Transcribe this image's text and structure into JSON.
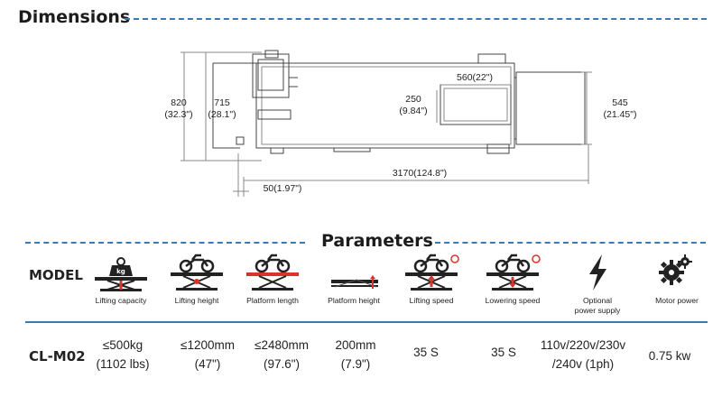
{
  "dimensions": {
    "title": "Dimensions",
    "labels": {
      "h820": "820",
      "h820_in": "(32.3\")",
      "h715": "715",
      "h715_in": "(28.1\")",
      "w560": "560(22\")",
      "h250": "250",
      "h250_in": "(9.84\")",
      "h545": "545",
      "h545_in": "(21.45\")",
      "w3170": "3170(124.8\")",
      "w50": "50(1.97\")"
    }
  },
  "parameters": {
    "title": "Parameters",
    "model_header": "MODEL",
    "columns": [
      {
        "label": "Lifting capacity",
        "icon": "weight-lift-icon",
        "value_line1": "≤500kg",
        "value_line2": "(1102 lbs)"
      },
      {
        "label": "Lifting height",
        "icon": "motorcycle-lift-height-icon",
        "value_line1": "≤1200mm",
        "value_line2": "(47\")"
      },
      {
        "label": "Platform length",
        "icon": "motorcycle-platform-length-icon",
        "value_line1": "≤2480mm",
        "value_line2": "(97.6\")"
      },
      {
        "label": "Platform  height",
        "icon": "platform-height-icon",
        "value_line1": "200mm",
        "value_line2": "(7.9\")"
      },
      {
        "label": "Lifting speed",
        "icon": "lifting-speed-icon",
        "value_line1": "35 S",
        "value_line2": ""
      },
      {
        "label": "Lowering speed",
        "icon": "lowering-speed-icon",
        "value_line1": "35 S",
        "value_line2": ""
      },
      {
        "label_line1": "Optional",
        "label_line2": "power supply",
        "icon": "lightning-bolt-icon",
        "value_line1": "110v/220v/230v",
        "value_line2": "/240v (1ph)"
      },
      {
        "label": "Motor power",
        "icon": "gears-icon",
        "value_line1": "0.75 kw",
        "value_line2": ""
      }
    ],
    "model": "CL-M02",
    "colors": {
      "accent": "#3b78b5",
      "highlight": "#d9342b"
    }
  }
}
